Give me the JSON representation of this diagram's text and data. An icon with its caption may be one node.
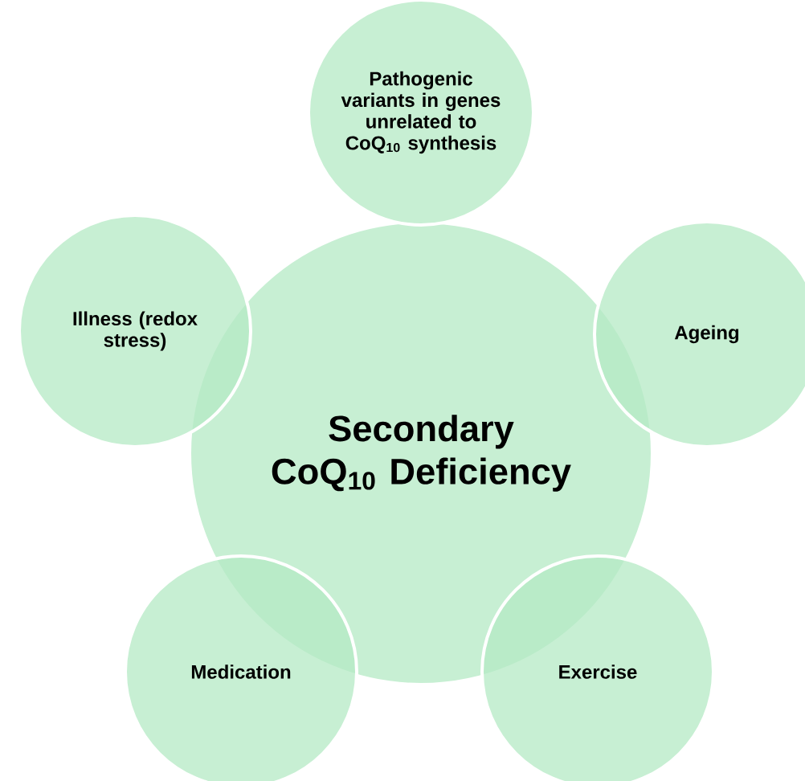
{
  "diagram": {
    "nodes": [
      {
        "text": [
          "Secondary CoQ$_{10}$ Deficiency"
        ]
      },
      {
        "text": [
          "Pathogenic variants in genes unrelated to CoQ$_{10}$ synthesis"
        ]
      },
      {
        "text": [
          "Illness (redox stress)"
        ]
      },
      {
        "text": [
          "Ageing"
        ]
      },
      {
        "text": [
          "Medication"
        ]
      },
      {
        "text": [
          "Exercise"
        ]
      }
    ]
  }
}
